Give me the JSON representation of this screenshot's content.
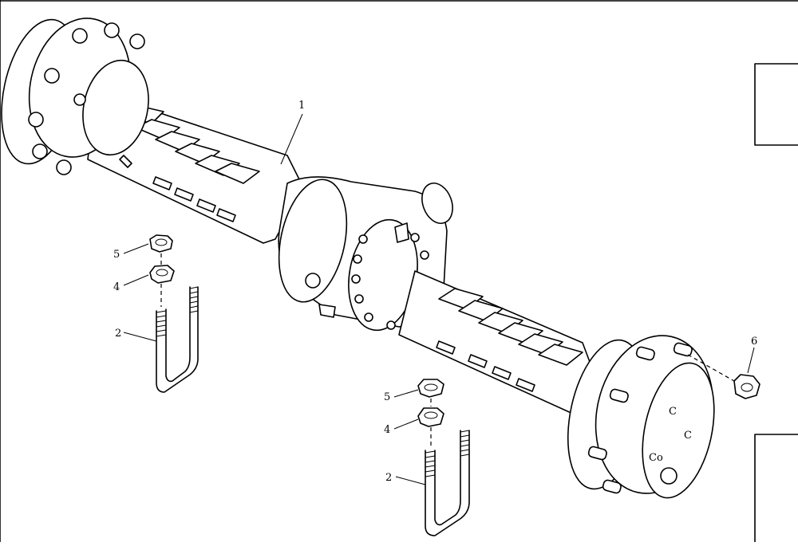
{
  "callouts": {
    "axle": "1",
    "u_bolt_left": "2",
    "washer_left": "4",
    "nut_left": "5",
    "u_bolt_right": "2",
    "washer_right": "4",
    "nut_right": "5",
    "wheel_nut": "6"
  },
  "hub_marks": {
    "mark_a": "C",
    "mark_b": "C",
    "mark_c": "Co"
  }
}
